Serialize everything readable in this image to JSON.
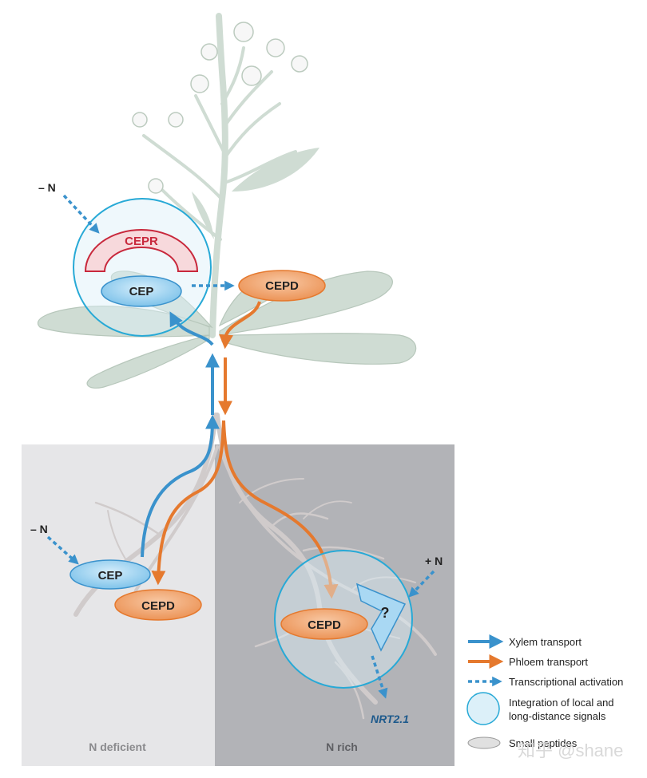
{
  "labels": {
    "cepr": "CEPR",
    "cep_shoot": "CEP",
    "cepd_shoot": "CEPD",
    "cep_root": "CEP",
    "cepd_root_left": "CEPD",
    "cepd_root_right": "CEPD",
    "unknown_receptor": "?",
    "nrt": "NRT2.1",
    "minus_n_top": "– N",
    "minus_n_left": "– N",
    "plus_n": "+ N",
    "n_deficient": "N deficient",
    "n_rich": "N rich"
  },
  "legend": {
    "xylem": "Xylem transport",
    "phloem": "Phloem transport",
    "transcriptional": "Transcriptional activation",
    "integration": "Integration of local and long-distance signals",
    "integration_line1": "Integration of local and",
    "integration_line2": "long-distance signals",
    "peptides": "Small peptides"
  },
  "watermark": "知乎 @shane",
  "colors": {
    "xylem": "#3a92cc",
    "phloem": "#e5792e",
    "cep_fill": "#a9d8f3",
    "cepd_fill": "#f2a876",
    "cepr_stroke": "#c8283c",
    "cepr_fill": "#f7d9dc",
    "circle": "#27a9d6",
    "n_deficient_bg": "#e6e6e8",
    "n_rich_bg": "#b2b3b7",
    "plant": "#cfdcd3",
    "nrt_text": "#1e5a8c"
  }
}
